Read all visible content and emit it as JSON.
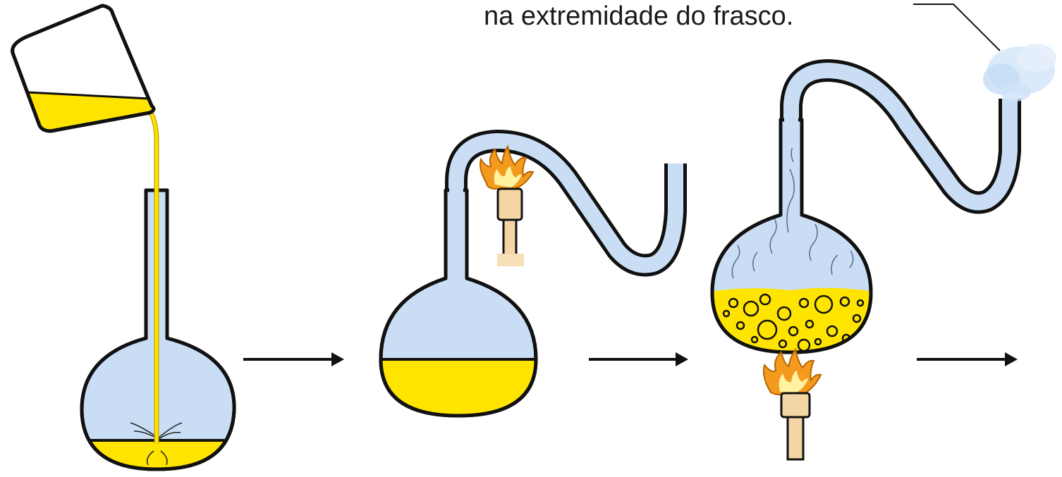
{
  "caption": "na extremidade do frasco.",
  "colors": {
    "glass": "#c9def5",
    "liquid": "#ffe400",
    "outline": "#111111",
    "flame_outer": "#f39a1f",
    "flame_inner": "#fff3a0",
    "burner_wood": "#f3d6a4",
    "vapor": "#d6e8fa"
  },
  "steps": [
    {
      "id": "pouring-broth",
      "icons": [
        "beaker-icon",
        "straight-neck-flask-icon"
      ]
    },
    {
      "id": "bending-neck",
      "icons": [
        "flame-icon",
        "swan-neck-flask-icon"
      ]
    },
    {
      "id": "boiling-broth",
      "icons": [
        "burner-icon",
        "swan-neck-flask-icon",
        "vapor-icon"
      ]
    }
  ],
  "arrows": 3
}
